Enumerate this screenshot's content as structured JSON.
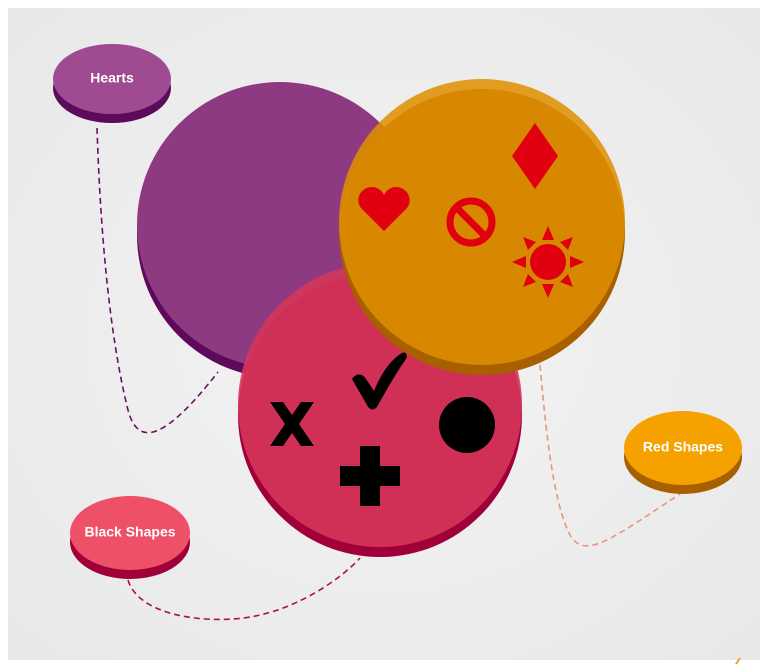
{
  "diagram": {
    "type": "venn",
    "sets": [
      {
        "id": "hearts",
        "label": "Hearts",
        "color": "#8E3A82",
        "shadow": "#5E0A5A"
      },
      {
        "id": "red-shapes",
        "label": "Red Shapes",
        "color": "#DE8F00",
        "shadow": "#A85F00"
      },
      {
        "id": "black-shapes",
        "label": "Black Shapes",
        "color": "#D6365A",
        "shadow": "#A0003A"
      }
    ],
    "labels": {
      "hearts": "Hearts",
      "red_shapes": "Red Shapes",
      "black_shapes": "Black Shapes"
    },
    "label_colors": {
      "hearts": "#A04A92",
      "red_shapes": "#F5A200",
      "black_shapes": "#EE5068"
    },
    "connector_colors": {
      "hearts": "#6A1060",
      "red_shapes": "#E8957A",
      "black_shapes": "#A8104A"
    },
    "symbols": {
      "red_shapes_circle": [
        "heart",
        "prohibited-sign",
        "diamond",
        "sun"
      ],
      "black_shapes_circle": [
        "x-mark",
        "check-mark",
        "filled-circle",
        "plus-cross"
      ]
    },
    "symbol_colors": {
      "red": "#E00010",
      "black": "#000000"
    }
  }
}
